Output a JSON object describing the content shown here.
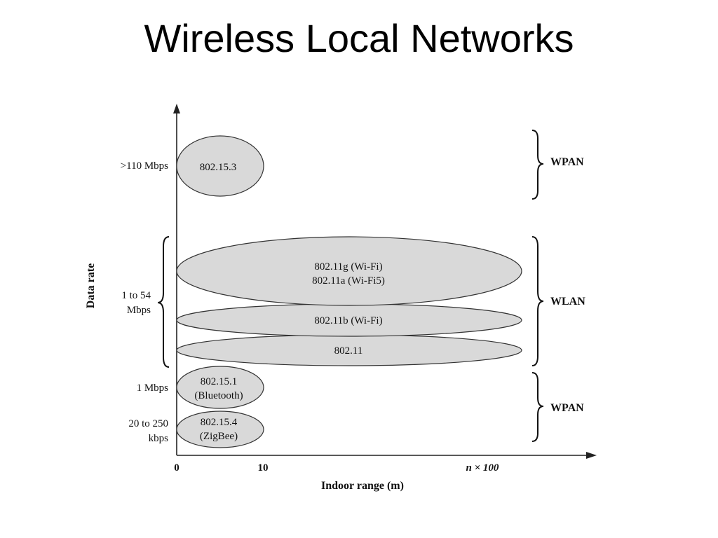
{
  "title": "Wireless Local Networks",
  "axes": {
    "y_label": "Data rate",
    "x_label": "Indoor range (m)",
    "x_ticks": [
      "0",
      "10",
      "n × 100"
    ]
  },
  "y_ticks": {
    "t1": ">110 Mbps",
    "t2_line1": "1 to 54",
    "t2_line2": "Mbps",
    "t3": "1 Mbps",
    "t4_line1": "20 to 250",
    "t4_line2": "kbps"
  },
  "standards": {
    "s_802_15_3": "802.15.3",
    "s_802_11g": "802.11g (Wi-Fi)",
    "s_802_11a": "802.11a (Wi-Fi5)",
    "s_802_11b": "802.11b (Wi-Fi)",
    "s_802_11": "802.11",
    "s_802_15_1_line1": "802.15.1",
    "s_802_15_1_line2": "(Bluetooth)",
    "s_802_15_4_line1": "802.15.4",
    "s_802_15_4_line2": "(ZigBee)"
  },
  "categories": {
    "top": "WPAN",
    "middle": "WLAN",
    "bottom": "WPAN"
  },
  "colors": {
    "ellipse_fill": "#d9d9d9",
    "stroke": "#333333"
  }
}
